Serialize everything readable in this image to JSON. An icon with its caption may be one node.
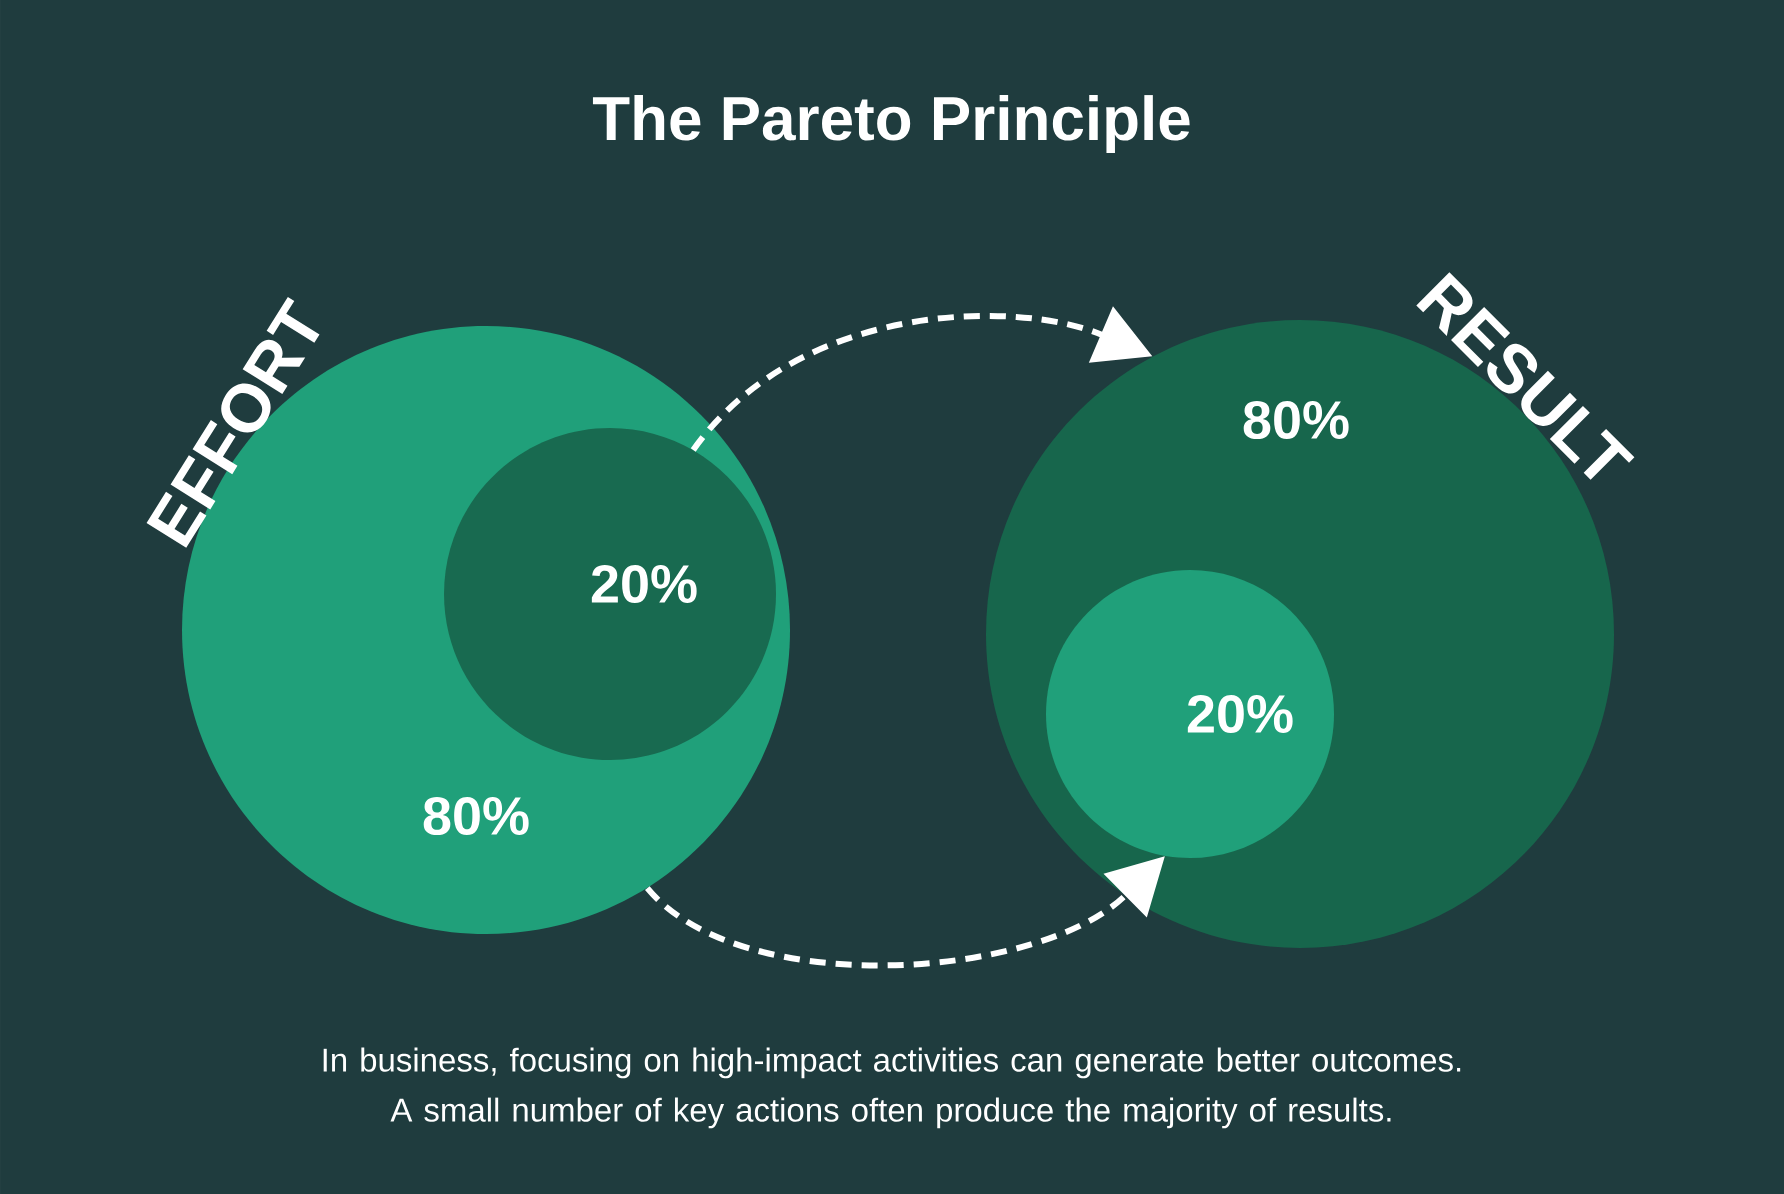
{
  "diagram": {
    "title": "The Pareto Principle",
    "nodes": [
      {
        "text": [
          "EFFORT",
          "80%"
        ]
      },
      {
        "text": [
          "20%"
        ],
        "in": 0
      },
      {
        "text": [
          "RESULT",
          "80%"
        ]
      },
      {
        "text": [
          "20%"
        ],
        "in": 2
      }
    ],
    "edges": [
      {
        "from": 1,
        "to": 2,
        "arrow": "to",
        "style": "dashed"
      },
      {
        "from": 0,
        "to": 3,
        "arrow": "to",
        "style": "dashed"
      }
    ],
    "caption": "In business, focusing on high-impact activities can generate better outcomes. A small number of key actions often produce the majority of results."
  }
}
